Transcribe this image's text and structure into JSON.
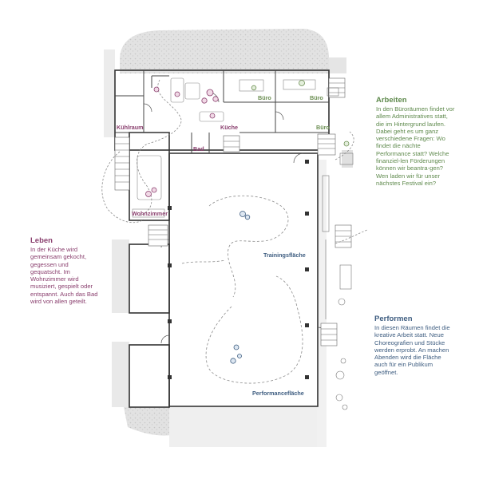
{
  "rooms": {
    "kuehlraum": "Kühlraum",
    "kueche": "Küche",
    "bad": "Bad",
    "wohnzimmer": "Wohnzimmer",
    "buero_1": "Büro",
    "buero_2": "Büro",
    "buero_3": "Büro",
    "trainingsflaeche": "Trainingsfläche",
    "performanceflaeche": "Performancefläche"
  },
  "notes": {
    "leben": {
      "title": "Leben",
      "text": "In der Küche wird gemeinsam gekocht, gegessen und gequatscht. Im Wohnzimmer wird musiziert, gespielt oder entspannt. Auch das Bad wird von allen geteilt."
    },
    "arbeiten": {
      "title": "Arbeiten",
      "text": "In den Büroräumen findet vor allem Administratives statt, die im Hintergrund laufen. Dabei geht es um ganz verschiedene Fragen: Wo findet die nächte Performance statt? Welche finanziel-len Förderungen können wir beantra-gen? Wen laden wir für unser nächstes Festival ein?"
    },
    "performen": {
      "title": "Performen",
      "text": "In diesen Räumen findet die kreative Arbeit statt. Neue Choreografien und Stücke werden erprobt. An machen Abenden wird die Fläche auch für ein Publikum geöffnet."
    }
  },
  "colors": {
    "leben": "#8a3f6e",
    "arbeiten": "#5f8a4d",
    "performen": "#3e5d80",
    "walls": "#333333",
    "shade": "#e3e3e3"
  }
}
